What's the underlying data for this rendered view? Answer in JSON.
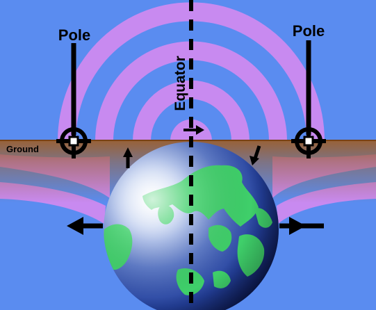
{
  "labels": {
    "pole_left": "Pole",
    "pole_right": "Pole",
    "equator": "Equator",
    "ground": "Ground"
  },
  "colors": {
    "background": "#5a8cf0",
    "field_band": "#c88af0",
    "ground": "#9b5f2e",
    "ocean": "#1f3f9a",
    "land": "#3fcf6a",
    "ink": "#000000"
  },
  "icons": {
    "pole_marker": "pole-crosshair-icon",
    "arrow": "arrow-icon",
    "globe": "earth-globe-icon"
  }
}
